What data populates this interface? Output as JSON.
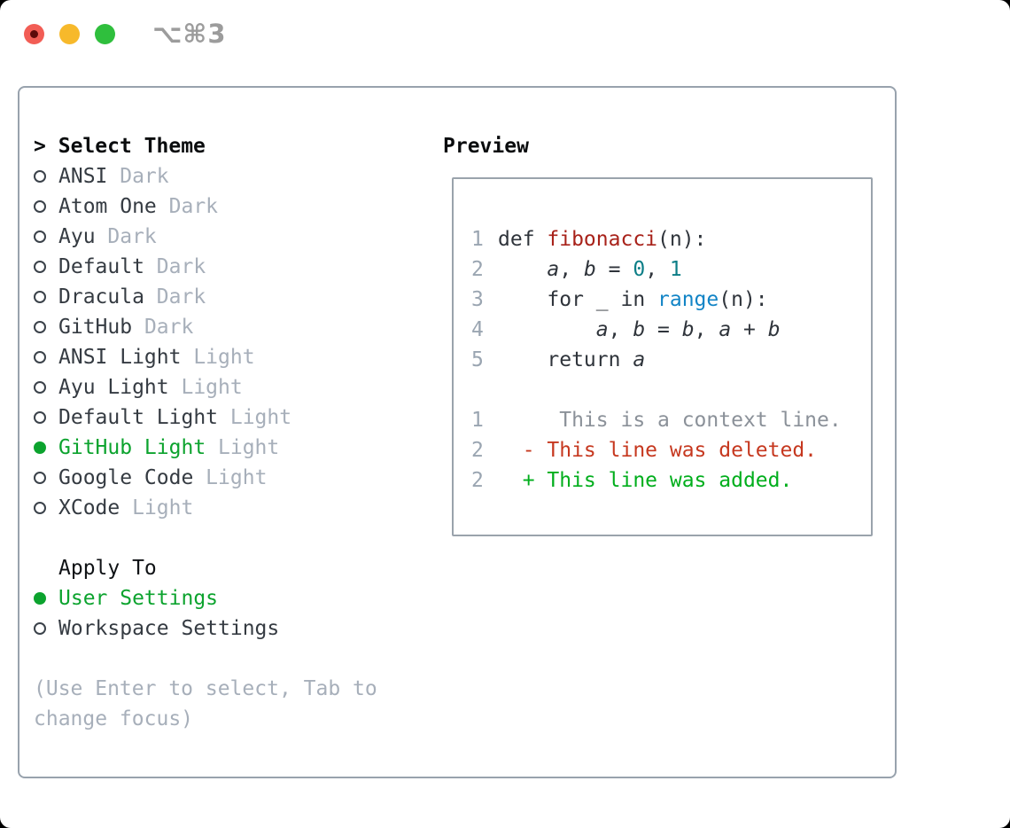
{
  "window": {
    "title": "⌥⌘3",
    "traffic_lights": [
      {
        "name": "close",
        "color": "#f25d55"
      },
      {
        "name": "minimize",
        "color": "#f7b92b"
      },
      {
        "name": "zoom",
        "color": "#2fbf3d"
      }
    ]
  },
  "theme_panel": {
    "header_prefix": ">",
    "header": "Select Theme",
    "items": [
      {
        "name": "ANSI",
        "variant": "Dark",
        "selected": false
      },
      {
        "name": "Atom One",
        "variant": "Dark",
        "selected": false
      },
      {
        "name": "Ayu",
        "variant": "Dark",
        "selected": false
      },
      {
        "name": "Default",
        "variant": "Dark",
        "selected": false
      },
      {
        "name": "Dracula",
        "variant": "Dark",
        "selected": false
      },
      {
        "name": "GitHub",
        "variant": "Dark",
        "selected": false
      },
      {
        "name": "ANSI Light",
        "variant": "Light",
        "selected": false
      },
      {
        "name": "Ayu Light",
        "variant": "Light",
        "selected": false
      },
      {
        "name": "Default Light",
        "variant": "Light",
        "selected": false
      },
      {
        "name": "GitHub Light",
        "variant": "Light",
        "selected": true
      },
      {
        "name": "Google Code",
        "variant": "Light",
        "selected": false
      },
      {
        "name": "XCode",
        "variant": "Light",
        "selected": false
      }
    ],
    "apply_to": {
      "header": "Apply To",
      "options": [
        {
          "label": "User Settings",
          "selected": true
        },
        {
          "label": "Workspace Settings",
          "selected": false
        }
      ]
    },
    "hint_lines": [
      "(Use Enter to select, Tab to",
      "change focus)"
    ]
  },
  "preview": {
    "header": "Preview",
    "lines": [
      {
        "num": "1",
        "segs": [
          {
            "s": "plain",
            "t": "def "
          },
          {
            "s": "func",
            "t": "fibonacci"
          },
          {
            "s": "plain",
            "t": "(n):"
          }
        ]
      },
      {
        "num": "2",
        "segs": [
          {
            "s": "plain",
            "t": "    "
          },
          {
            "s": "var",
            "t": "a"
          },
          {
            "s": "plain",
            "t": ", "
          },
          {
            "s": "var",
            "t": "b"
          },
          {
            "s": "plain",
            "t": " = "
          },
          {
            "s": "num",
            "t": "0"
          },
          {
            "s": "plain",
            "t": ", "
          },
          {
            "s": "num",
            "t": "1"
          }
        ]
      },
      {
        "num": "3",
        "segs": [
          {
            "s": "plain",
            "t": "    for _ in "
          },
          {
            "s": "call",
            "t": "range"
          },
          {
            "s": "plain",
            "t": "(n):"
          }
        ]
      },
      {
        "num": "4",
        "segs": [
          {
            "s": "plain",
            "t": "        "
          },
          {
            "s": "var",
            "t": "a"
          },
          {
            "s": "plain",
            "t": ", "
          },
          {
            "s": "var",
            "t": "b"
          },
          {
            "s": "plain",
            "t": " = "
          },
          {
            "s": "var",
            "t": "b"
          },
          {
            "s": "plain",
            "t": ", "
          },
          {
            "s": "var",
            "t": "a"
          },
          {
            "s": "plain",
            "t": " + "
          },
          {
            "s": "var",
            "t": "b"
          }
        ]
      },
      {
        "num": "5",
        "segs": [
          {
            "s": "plain",
            "t": "    return "
          },
          {
            "s": "var",
            "t": "a"
          }
        ]
      },
      {
        "num": "",
        "segs": []
      },
      {
        "num": "1",
        "segs": [
          {
            "s": "ctx",
            "t": "     This is a context line."
          }
        ]
      },
      {
        "num": "2",
        "segs": [
          {
            "s": "del",
            "t": "  - This line was deleted."
          }
        ]
      },
      {
        "num": "2",
        "segs": [
          {
            "s": "add",
            "t": "  + This line was added."
          }
        ]
      }
    ]
  },
  "colors": {
    "selected_green": "#0ca32e",
    "added_green": "#00ae1c",
    "deleted_red": "#c6381f",
    "function_red": "#a8221a",
    "number_teal": "#0d7e87",
    "builtin_blue": "#1284c6",
    "muted_gray": "#a7afba",
    "line_number_gray": "#9aa5b1",
    "border_gray": "#98a2ad"
  }
}
